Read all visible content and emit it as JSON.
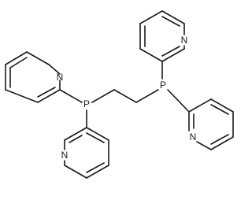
{
  "molecule": {
    "atoms": {
      "phosphorus_left": "P",
      "phosphorus_right": "P",
      "nitrogen_top_left_ring": "N",
      "nitrogen_bottom_left_ring": "N",
      "nitrogen_top_right_ring": "N",
      "nitrogen_bottom_right_ring": "N"
    },
    "bond_color": "#1a1a1a",
    "background_color": "#ffffff"
  }
}
